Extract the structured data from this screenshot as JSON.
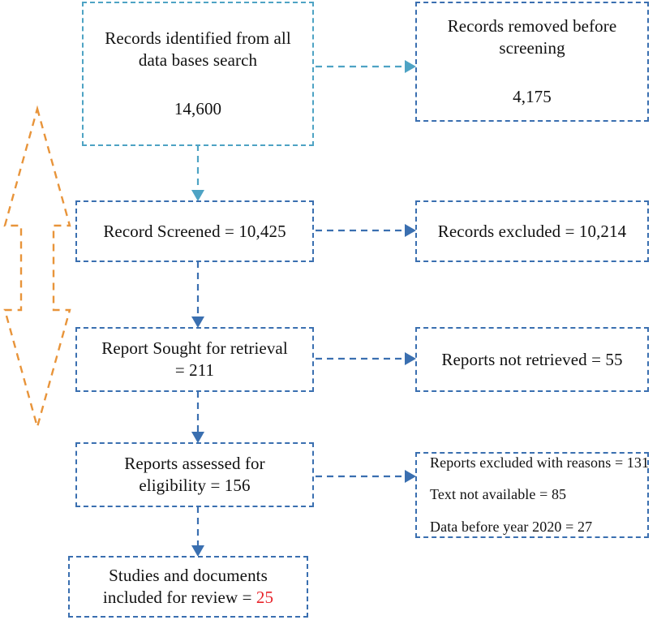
{
  "diagram": {
    "title": "PRISMA study selection flow diagram",
    "colors": {
      "box_border_primary": "#3a6fb0",
      "box_border_secondary": "#4ea3c4",
      "connector_teal": "#4ea3c4",
      "connector_blue": "#3a6fb0",
      "phase_arrow_orange": "#e8943a",
      "highlight_red": "#e8232a",
      "text": "#111111",
      "background": "#ffffff"
    },
    "nodes": {
      "identified": {
        "id": "records-identified",
        "line1": "Records identified from all",
        "line2": "data bases search",
        "count": "14,600"
      },
      "removed_before_screening": {
        "id": "records-removed-before-screening",
        "line1": "Records removed before",
        "line2": "screening",
        "count": "4,175"
      },
      "screened": {
        "id": "records-screened",
        "line1": "Record Screened = 10,425"
      },
      "excluded": {
        "id": "records-excluded",
        "line1": "Records excluded = 10,214"
      },
      "sought": {
        "id": "reports-sought-for-retrieval",
        "line1": "Report Sought for retrieval",
        "line2": "= 211"
      },
      "not_retrieved": {
        "id": "reports-not-retrieved",
        "line1": "Reports not retrieved = 55"
      },
      "assessed": {
        "id": "reports-assessed-for-eligibility",
        "line1": "Reports assessed for",
        "line2": "eligibility = 156"
      },
      "excluded_with_reasons": {
        "id": "reports-excluded-with-reasons",
        "line1": "Reports excluded with reasons = 131",
        "line2": "Text not available = 85",
        "line3": "Data before year 2020 = 27"
      },
      "included": {
        "id": "studies-included-for-review",
        "line1": "Studies and documents",
        "line2_prefix": "included for review = ",
        "count": "25"
      }
    },
    "phase_marker": {
      "name": "screening-phase-double-arrow",
      "shape": "double-headed-vertical-arrow",
      "style": "dashed-outline"
    }
  },
  "chart_data": {
    "type": "diagram",
    "title": "PRISMA flow diagram",
    "stages": [
      {
        "label": "Records identified from all data bases search",
        "value": 14600
      },
      {
        "label": "Records removed before screening",
        "value": 4175
      },
      {
        "label": "Record Screened",
        "value": 10425
      },
      {
        "label": "Records excluded",
        "value": 10214
      },
      {
        "label": "Report Sought for retrieval",
        "value": 211
      },
      {
        "label": "Reports not retrieved",
        "value": 55
      },
      {
        "label": "Reports assessed for eligibility",
        "value": 156
      },
      {
        "label": "Reports excluded with reasons",
        "value": 131
      },
      {
        "label": "Text not available",
        "value": 85
      },
      {
        "label": "Data before year 2020",
        "value": 27
      },
      {
        "label": "Studies and documents included for review",
        "value": 25
      }
    ]
  }
}
